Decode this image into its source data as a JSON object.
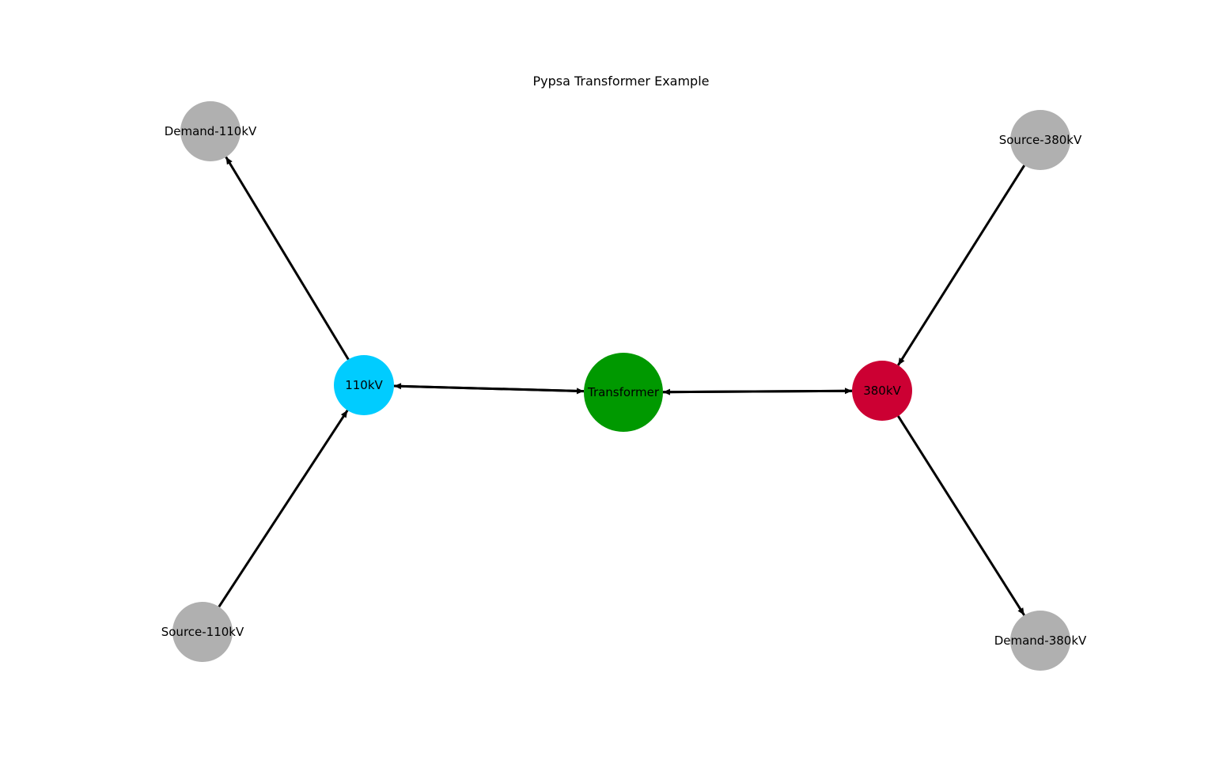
{
  "title": "Pypsa Transformer Example",
  "colors": {
    "bus_110kv": "#00ccff",
    "bus_380kv": "#cc0033",
    "transformer": "#009900",
    "component": "#b0b0b0",
    "edge": "#000000"
  },
  "nodes": {
    "demand_110": {
      "label": "Demand-110kV"
    },
    "source_110": {
      "label": "Source-110kV"
    },
    "bus_110": {
      "label": "110kV"
    },
    "transformer": {
      "label": "Transformer"
    },
    "bus_380": {
      "label": "380kV"
    },
    "source_380": {
      "label": "Source-380kV"
    },
    "demand_380": {
      "label": "Demand-380kV"
    }
  },
  "edges": [
    {
      "from": "bus_110",
      "to": "demand_110"
    },
    {
      "from": "source_110",
      "to": "bus_110"
    },
    {
      "from": "transformer",
      "to": "bus_110"
    },
    {
      "from": "bus_110",
      "to": "transformer"
    },
    {
      "from": "transformer",
      "to": "bus_380"
    },
    {
      "from": "bus_380",
      "to": "transformer"
    },
    {
      "from": "source_380",
      "to": "bus_380"
    },
    {
      "from": "bus_380",
      "to": "demand_380"
    }
  ]
}
